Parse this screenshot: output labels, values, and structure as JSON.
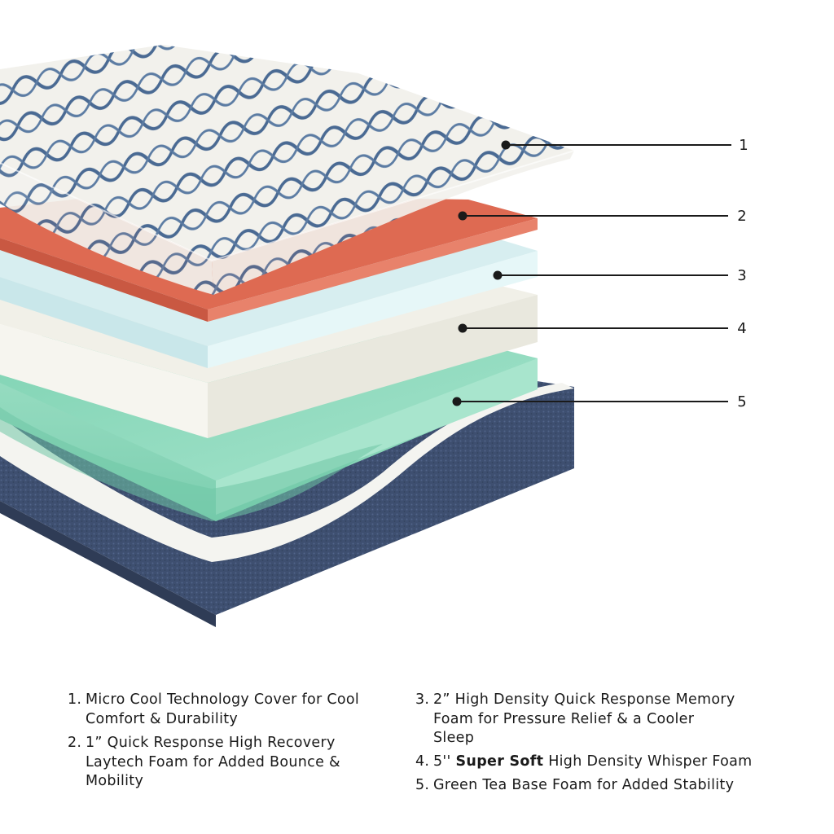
{
  "callouts": [
    "1",
    "2",
    "3",
    "4",
    "5"
  ],
  "legend": [
    {
      "num": "1.",
      "text": "Micro Cool Technology Cover for Cool Comfort & Durability"
    },
    {
      "num": "2.",
      "text": "1” Quick Response High Recovery Laytech Foam for Added Bounce & Mobility"
    },
    {
      "num": "3.",
      "text": "2” High Density Quick Response Memory Foam for Pressure Relief & a Cooler Sleep"
    },
    {
      "num": "4.",
      "pre": "5'' ",
      "bold": "Super Soft",
      "post": " High Density Whisper Foam"
    },
    {
      "num": "5.",
      "text": "Green Tea Base Foam for Added Stability"
    }
  ],
  "colors": {
    "cover": "#f2f1ec",
    "cover_pattern": "#4a6a93",
    "laytech_foam": "#e0674f",
    "memory_foam": "#dff2f4",
    "whisper_foam": "#f1f0e8",
    "green_tea_foam": "#93dcc1",
    "base_fabric": "#3e4f70"
  }
}
